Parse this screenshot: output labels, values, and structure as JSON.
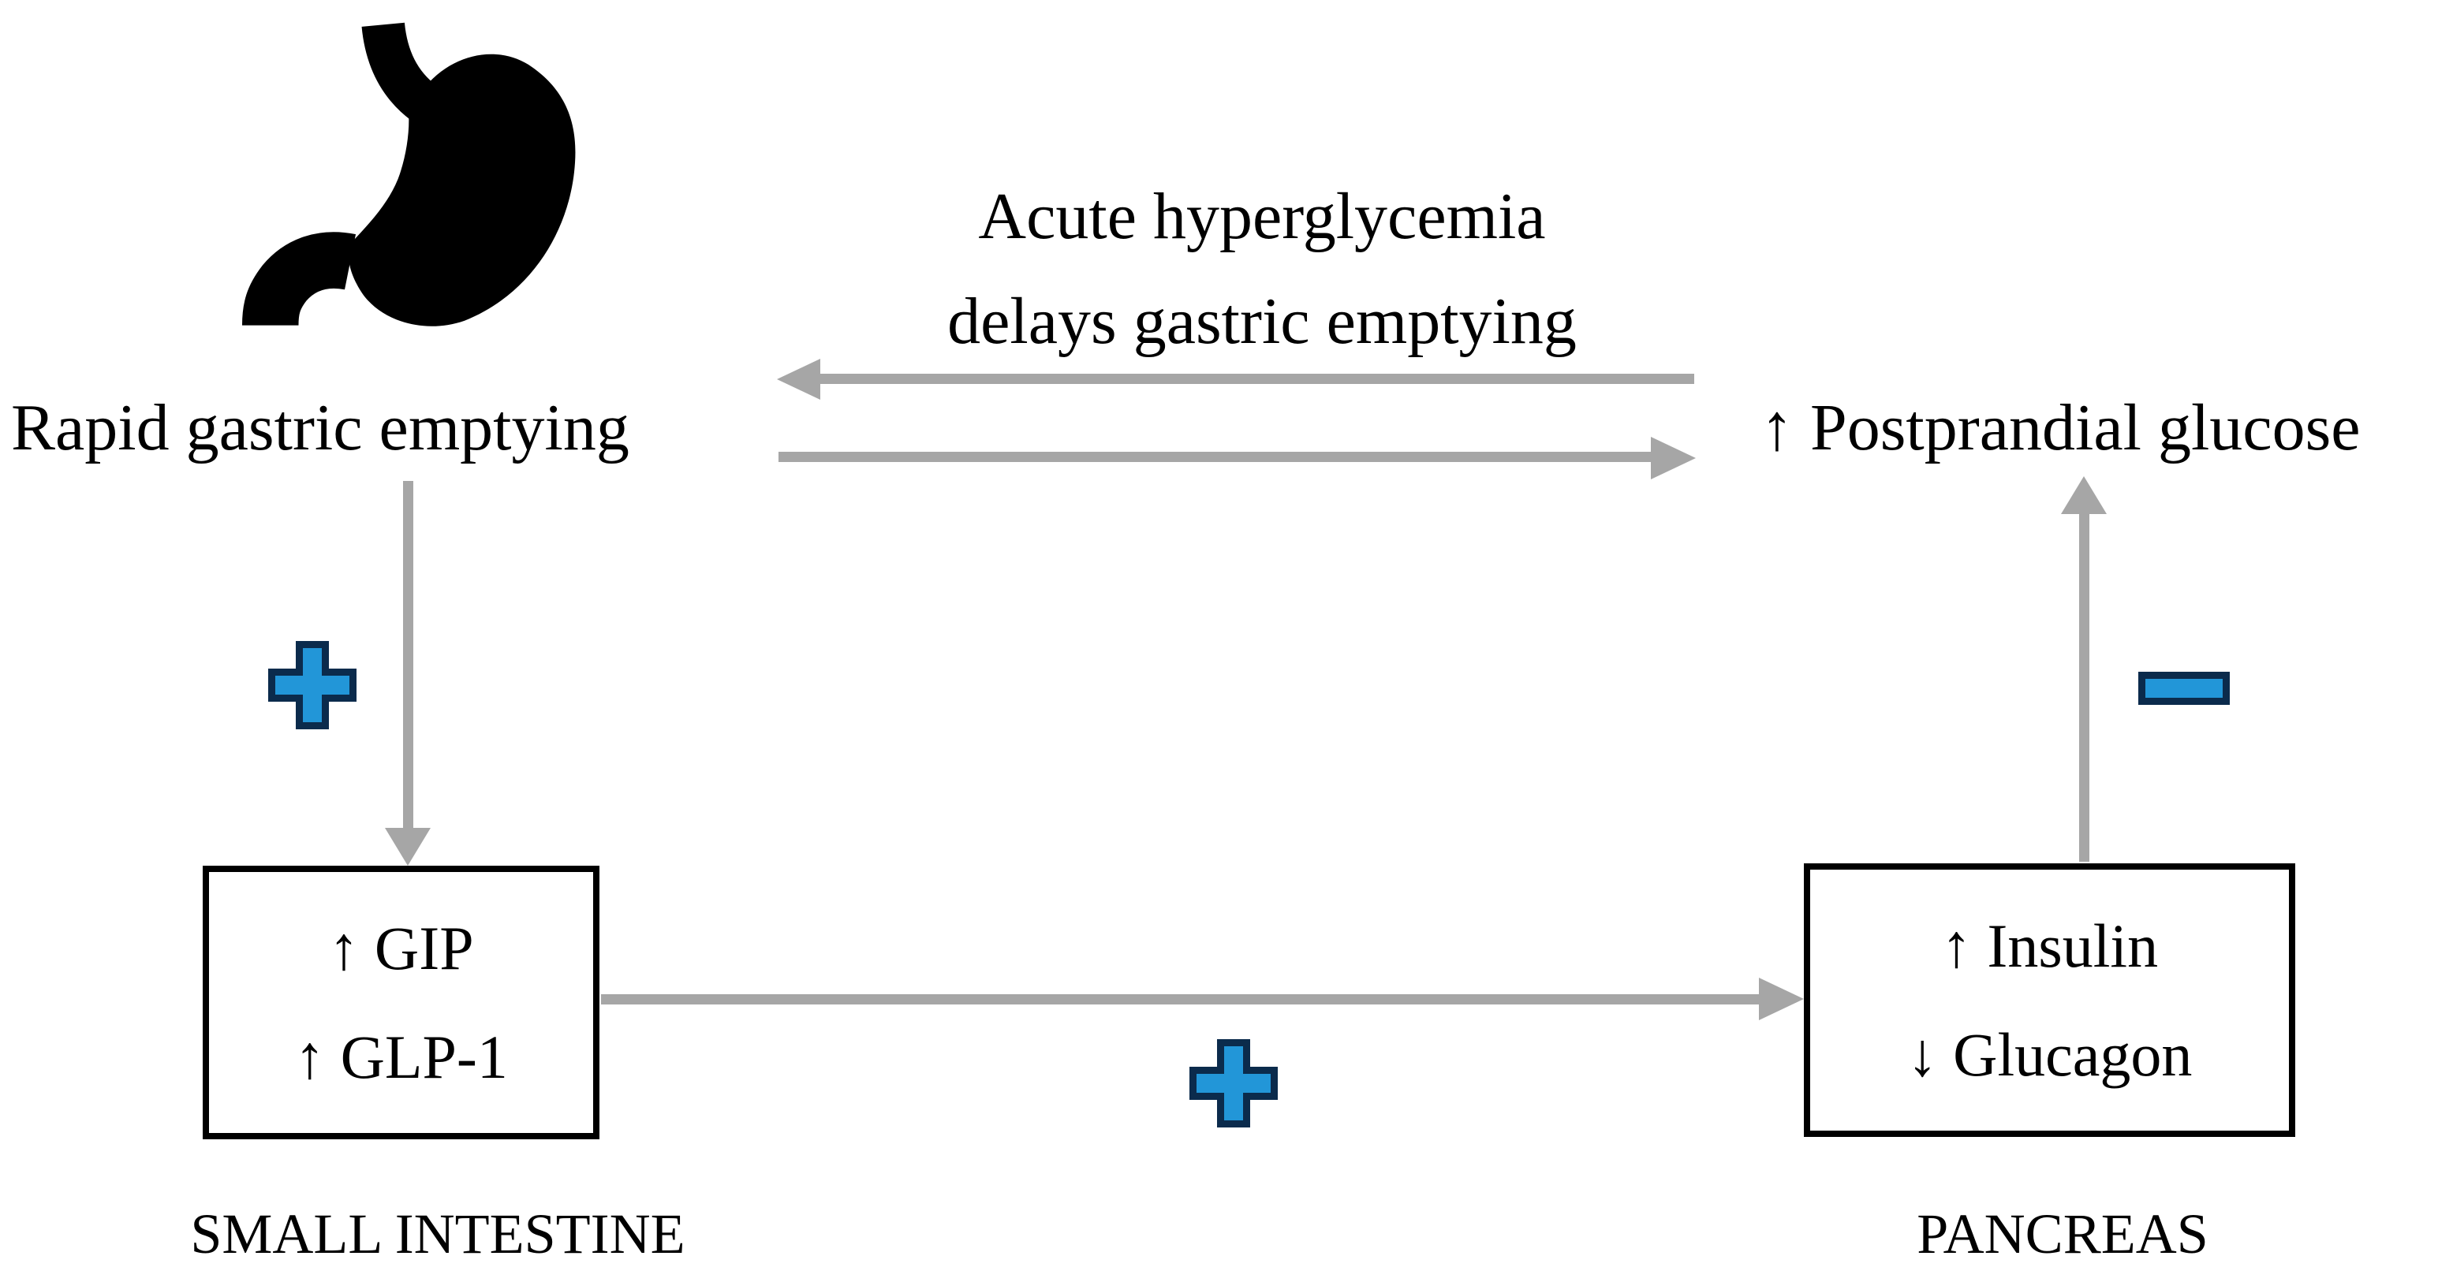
{
  "colors": {
    "background": "#ffffff",
    "arrow_gray": "#a6a6a6",
    "text_black": "#000000",
    "sign_fill": "#2296d8",
    "sign_border": "#0b2b4c"
  },
  "labels": {
    "rapid_gastric_emptying": "Rapid gastric emptying",
    "postprandial_glucose": "↑ Postprandial glucose",
    "feedback_line1": "Acute hyperglycemia",
    "feedback_line2": "delays gastric emptying"
  },
  "small_intestine": {
    "line1": "↑ GIP",
    "line2": "↑ GLP-1",
    "caption": "SMALL INTESTINE"
  },
  "pancreas": {
    "line1": "↑ Insulin",
    "line2": "↓ Glucagon",
    "caption": "PANCREAS"
  },
  "icons": {
    "stomach": "stomach-icon",
    "plus_left": "plus-sign",
    "plus_center": "plus-sign",
    "minus_right": "minus-sign"
  }
}
